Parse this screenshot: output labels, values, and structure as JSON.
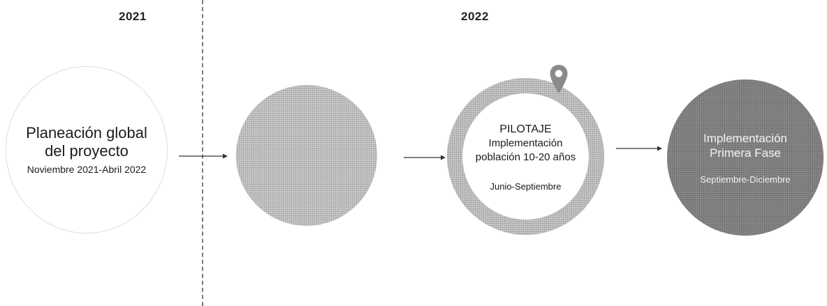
{
  "years": {
    "left": "2021",
    "right": "2022"
  },
  "phases": [
    {
      "title_lines": [
        "Planeación global",
        "del proyecto"
      ],
      "date": "Noviembre 2021-Abril 2022"
    },
    {
      "blurred_lines": [
        "",
        "",
        "",
        ""
      ]
    },
    {
      "title": "PILOTAJE",
      "subtitle_lines": [
        "Implementación",
        "población 10-20 años"
      ],
      "date": "Junio-Septiembre",
      "marker_icon": "location-pin-icon"
    },
    {
      "title_lines": [
        "Implementación",
        "Primera Fase"
      ],
      "date": "Septiembre-Diciembre"
    }
  ],
  "colors": {
    "pin": "#8a8a8a",
    "dark_circle": "#8e8e8e",
    "light_circle": "#cfcfcf",
    "arrows": "#333333"
  }
}
